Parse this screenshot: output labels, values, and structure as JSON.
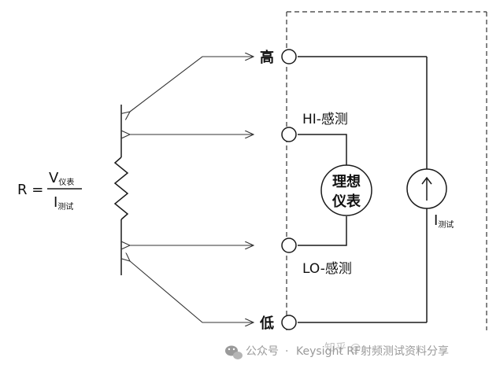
{
  "terminals": {
    "high": "高",
    "hi_sense": "HI-感测",
    "lo_sense": "LO-感测",
    "low": "低"
  },
  "meter": {
    "line1": "理想",
    "line2": "仪表"
  },
  "current_source": {
    "symbol": "I",
    "subscript": "测试"
  },
  "formula": {
    "lhs": "R =",
    "num_symbol": "V",
    "num_sub": "仪表",
    "den_symbol": "I",
    "den_sub": "测试"
  },
  "watermark": {
    "platform": "公众号",
    "separator": "·",
    "account": "Keysight RF射频测试资料分享",
    "faint": "知乎 @"
  }
}
